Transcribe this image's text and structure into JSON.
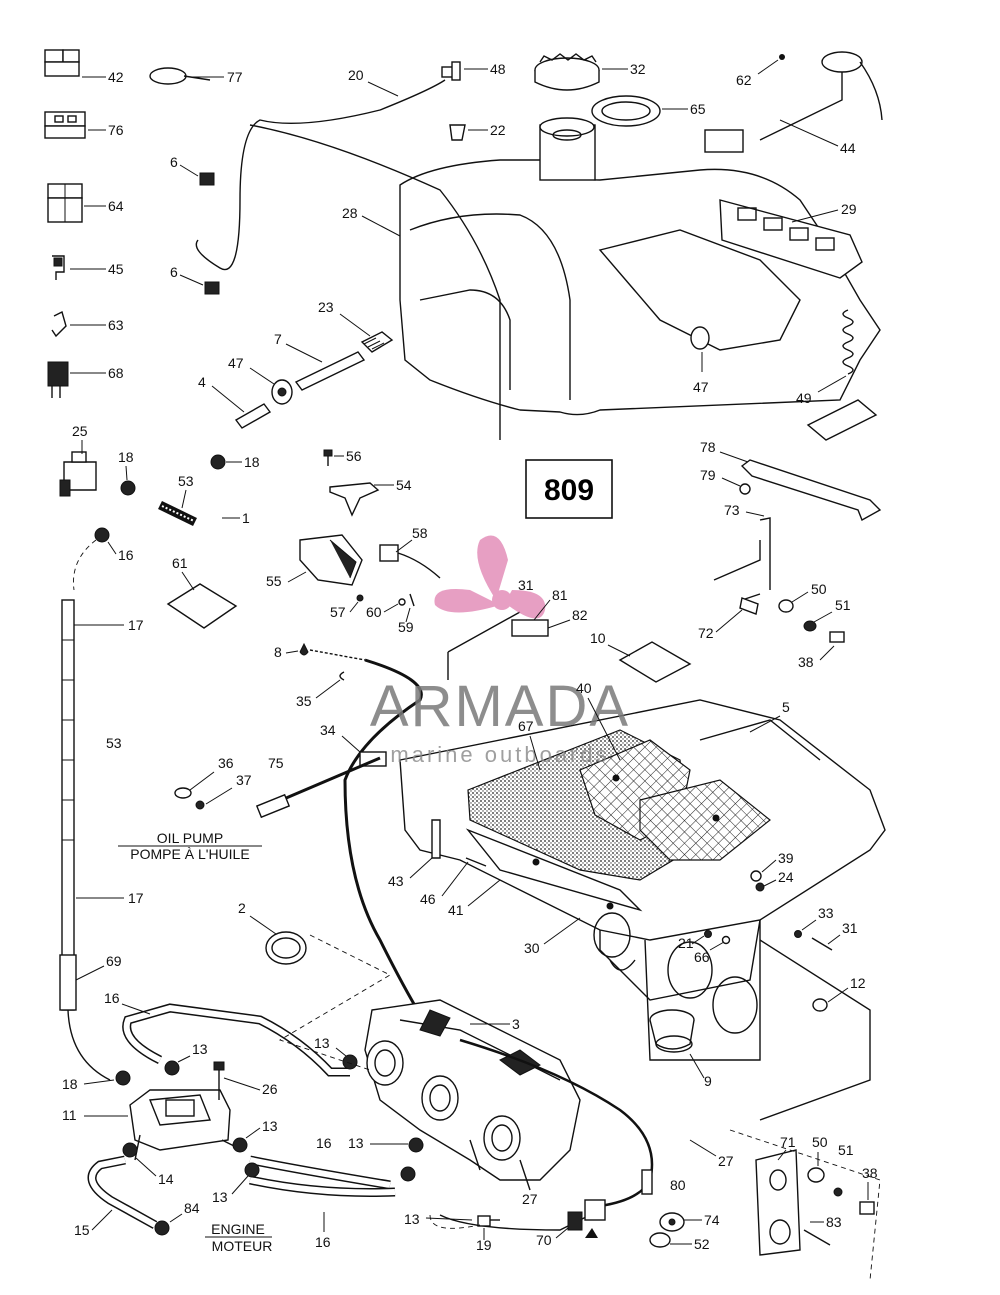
{
  "diagram_number": "809",
  "watermark": {
    "brand": "ARMADA",
    "tagline": "marine outboards"
  },
  "captions": {
    "oil_pump_en": "OIL PUMP",
    "oil_pump_fr": "POMPE À L'HUILE",
    "engine_en": "ENGINE",
    "engine_fr": "MOTEUR"
  },
  "labels": {
    "l42": "42",
    "l77": "77",
    "l76": "76",
    "l64": "64",
    "l45": "45",
    "l63": "63",
    "l68": "68",
    "l20": "20",
    "l48": "48",
    "l22": "22",
    "l32": "32",
    "l65": "65",
    "l62": "62",
    "l44": "44",
    "l6a": "6",
    "l6b": "6",
    "l28": "28",
    "l29": "29",
    "l23": "23",
    "l7": "7",
    "l47a": "47",
    "l4": "4",
    "l47b": "47",
    "l49": "49",
    "l18a": "18",
    "l25": "25",
    "l18b": "18",
    "l53a": "53",
    "l1": "1",
    "l56": "56",
    "l54": "54",
    "l78": "78",
    "l79": "79",
    "l73": "73",
    "l16a": "16",
    "l58": "58",
    "l55": "55",
    "l61": "61",
    "l57": "57",
    "l60": "60",
    "l59": "59",
    "l31a": "31",
    "l81": "81",
    "l82": "82",
    "l50a": "50",
    "l51a": "51",
    "l72": "72",
    "l38a": "38",
    "l17a": "17",
    "l8": "8",
    "l10": "10",
    "l35": "35",
    "l40": "40",
    "l5": "5",
    "l34": "34",
    "l67": "67",
    "l53b": "53",
    "l36": "36",
    "l37": "37",
    "l75": "75",
    "l39": "39",
    "l24": "24",
    "l43": "43",
    "l46": "46",
    "l41": "41",
    "l17b": "17",
    "l33": "33",
    "l31b": "31",
    "l2": "2",
    "l21": "21",
    "l66": "66",
    "l30": "30",
    "l69": "69",
    "l12": "12",
    "l16b": "16",
    "l3": "3",
    "l13a": "13",
    "l13b": "13",
    "l9": "9",
    "l18c": "18",
    "l26": "26",
    "l11": "11",
    "l13c": "13",
    "l16c": "16",
    "l13d": "13",
    "l27a": "27",
    "l71": "71",
    "l14": "14",
    "l50b": "50",
    "l51b": "51",
    "l38b": "38",
    "l13e": "13",
    "l80": "80",
    "l27b": "27",
    "l15": "15",
    "l84": "84",
    "l16d": "16",
    "l13f": "13",
    "l74": "74",
    "l83": "83",
    "l19": "19",
    "l70": "70",
    "l52": "52"
  },
  "colors": {
    "line": "#111111",
    "watermark_pink": "#e07fb0",
    "watermark_gray": "#7a7a7a"
  }
}
